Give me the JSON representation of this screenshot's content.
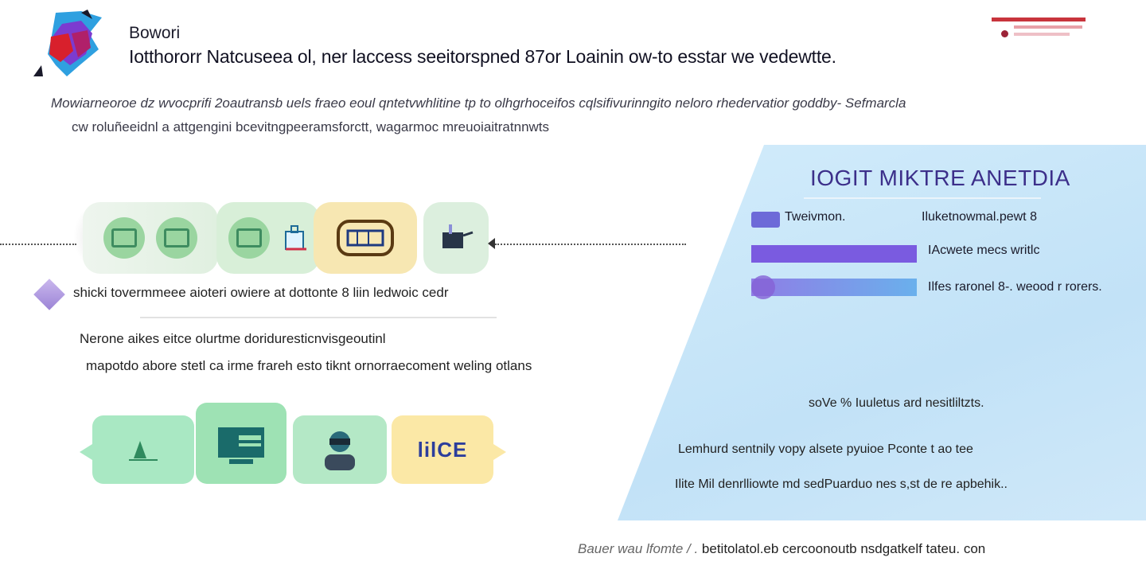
{
  "header": {
    "brand": "Bowori",
    "headline": "Iotthororr Natcuseea ol, ner laccess seeitorspned 87or Loainin ow-to esstar we vedewtte.",
    "intro_line1": "Mowiarneoroe dz wvocprifi 2oautransb uels fraeo eoul qntetvwhlitine tp to olhgrhoceifos cqlsifivurinngito neloro rhedervatior goddby- Sefmarcla",
    "intro_line2": "cw roluñeeidnl a attgengini bcevitngpeeramsforctt, wagarmoc mreuoiaitratnnwts"
  },
  "flow": {
    "note1": "shicki tovermmeee aioteri owiere at dottonte 8 liin ledwoic cedr",
    "note2": "Nerone aikes eitce olurtme doriduresticnvisgeoutinl",
    "note3": "mapotdo abore stetl ca irme frareh esto tiknt ornorraecoment weling otlans",
    "tile_label": "lilCE"
  },
  "panel": {
    "title": "IOGIT MIKTRE ANETDIA",
    "row1_left": "Tweivmon.",
    "row1_right": "Iluketnowmal.pewt 8",
    "row2": "IAcwete mecs writlc",
    "row3": "Ilfes raronel 8-. weood r rorers.",
    "note": "soVe % Iuuletus ard nesitliltzts.",
    "line1": "Lemhurd sentnily vopy alsete pyuioe Pconte t ao tee",
    "line2": "Ilite Mil denrlliowte md sedPuarduo nes s,st de re apbehik.."
  },
  "footer": {
    "lead": "Bauer wau lfomte / .",
    "text": "betitolatol.eb cercoonoutb nsdgatkelf tateu. con"
  },
  "colors": {
    "accent_purple": "#7a5be0",
    "panel_blue": "#c8e6f8",
    "tile_green": "#a9e8c3",
    "tile_yellow": "#fbe8a6"
  }
}
